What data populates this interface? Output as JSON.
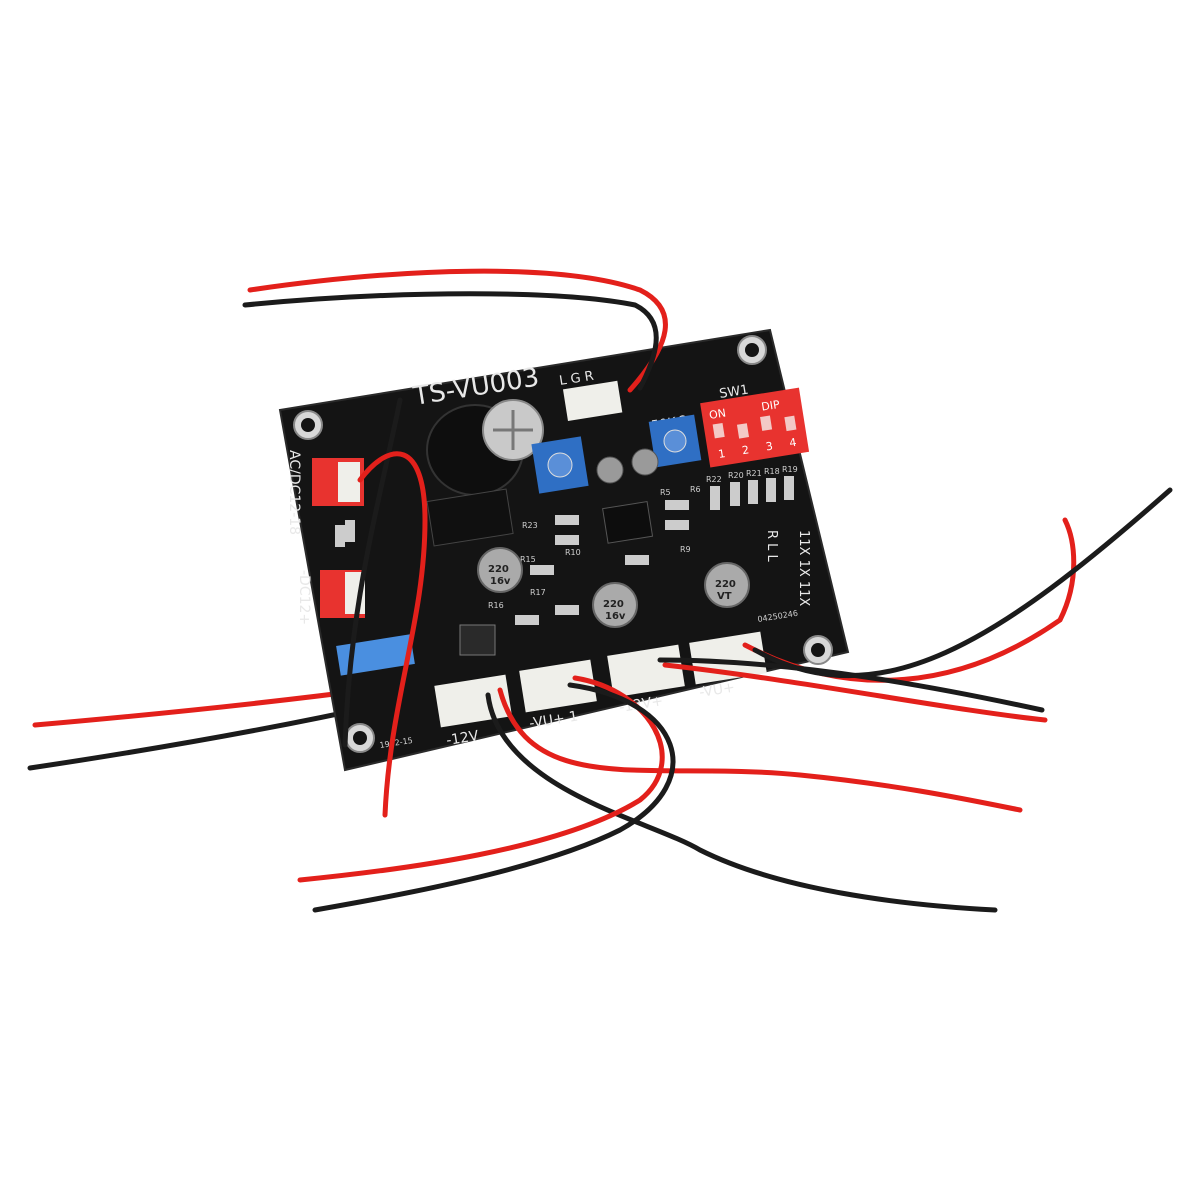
{
  "board": {
    "model": "TS-VU003",
    "signal_pins": "L G R",
    "switch_label": "SW1",
    "dip_on": "ON",
    "dip_label": "DIP",
    "dip_numbers": [
      "1",
      "2",
      "3",
      "4"
    ],
    "pot_label": "50K-2",
    "power_in": "AC/DC12-18",
    "dc_out": "-DC12+",
    "out_12v": "-12V",
    "vu1": "-VU+ 1",
    "vu2": "-12V+",
    "vu3": "-VU+",
    "channel_col1": "R L L",
    "channel_col2": "11X 1X 11X",
    "board_code": "04250246",
    "date_code": "1902-15",
    "capacitor_marking": [
      "220",
      "16v",
      "VT"
    ],
    "resistor_labels": [
      "R20",
      "R21",
      "R18",
      "R19",
      "R22",
      "R23",
      "R10",
      "R15",
      "R16",
      "R17",
      "R9",
      "R5",
      "R6"
    ]
  },
  "colors": {
    "pcb": "#141414",
    "wire_red": "#e3201b",
    "wire_black": "#1b1b1b",
    "dip_switch": "#e8332f",
    "trimmer": "#2f6fc4",
    "connector": "#efefea"
  }
}
